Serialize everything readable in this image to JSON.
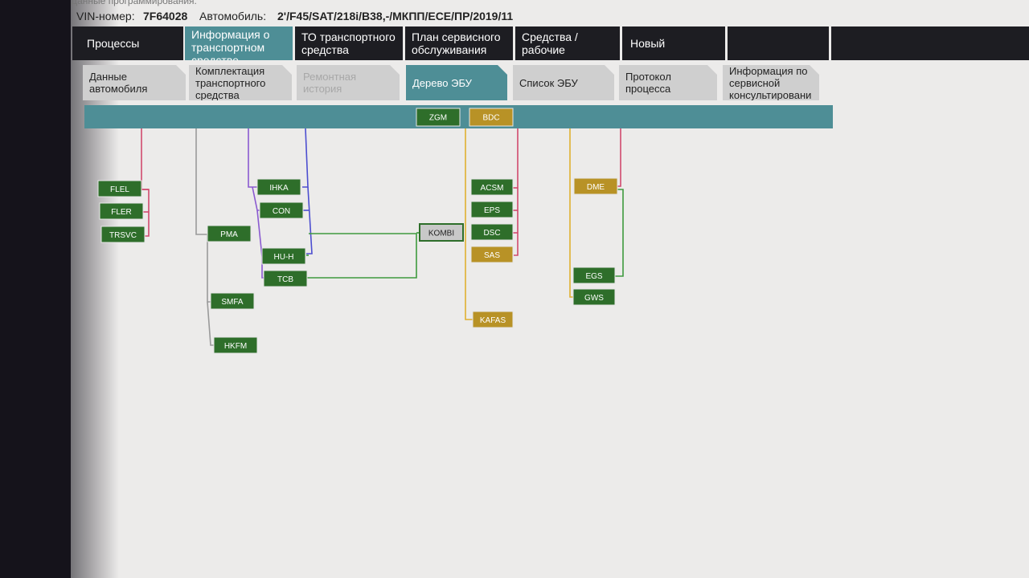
{
  "header": {
    "faded_text": "Данные программирования:",
    "vin_label": "VIN-номер:",
    "vin_value": "7F64028",
    "car_label": "Автомобиль:",
    "car_value": "2'/F45/SAT/218i/B38,-/МКПП/ECE/ПР/2019/11"
  },
  "main_tabs": [
    {
      "label": "Процессы"
    },
    {
      "label": "Информация о транспортном средстве"
    },
    {
      "label": "ТО транспортного средства"
    },
    {
      "label": "План сервисного обслуживания"
    },
    {
      "label": "Средства / рабочие жидкости"
    },
    {
      "label": "Новый"
    },
    {
      "label": ""
    },
    {
      "label": ""
    }
  ],
  "sub_tabs": [
    {
      "label": "Данные автомобиля"
    },
    {
      "label": "Комплектация транспортного средства"
    },
    {
      "label": "Ремонтная история"
    },
    {
      "label": "Дерево ЭБУ"
    },
    {
      "label": "Список ЭБУ"
    },
    {
      "label": "Протокол процесса"
    },
    {
      "label": "Информация по сервисной консультировани"
    }
  ],
  "ecu": {
    "top": [
      "ZGM",
      "BDC"
    ],
    "group1": [
      "FLEL",
      "FLER",
      "TRSVC"
    ],
    "group2": [
      "PMA",
      "SMFA",
      "HKFM"
    ],
    "group3": [
      "IHKA",
      "CON",
      "HU-H",
      "TCB"
    ],
    "kombi": "KOMBI",
    "group4": [
      "ACSM",
      "EPS",
      "DSC",
      "SAS",
      "KAFAS"
    ],
    "group5": [
      "DME",
      "EGS",
      "GWS"
    ]
  },
  "colors": {
    "teal": "#4e8e96",
    "ecu_green": "#2e6e2a",
    "ecu_gold": "#b89226",
    "ecu_grey": "#c8c8c8",
    "bus_pink": "#d04a6e",
    "bus_blue": "#4c4ed0",
    "bus_purple": "#8a5ad0",
    "bus_yellow": "#e0b030",
    "bus_green": "#3e9a3e"
  }
}
